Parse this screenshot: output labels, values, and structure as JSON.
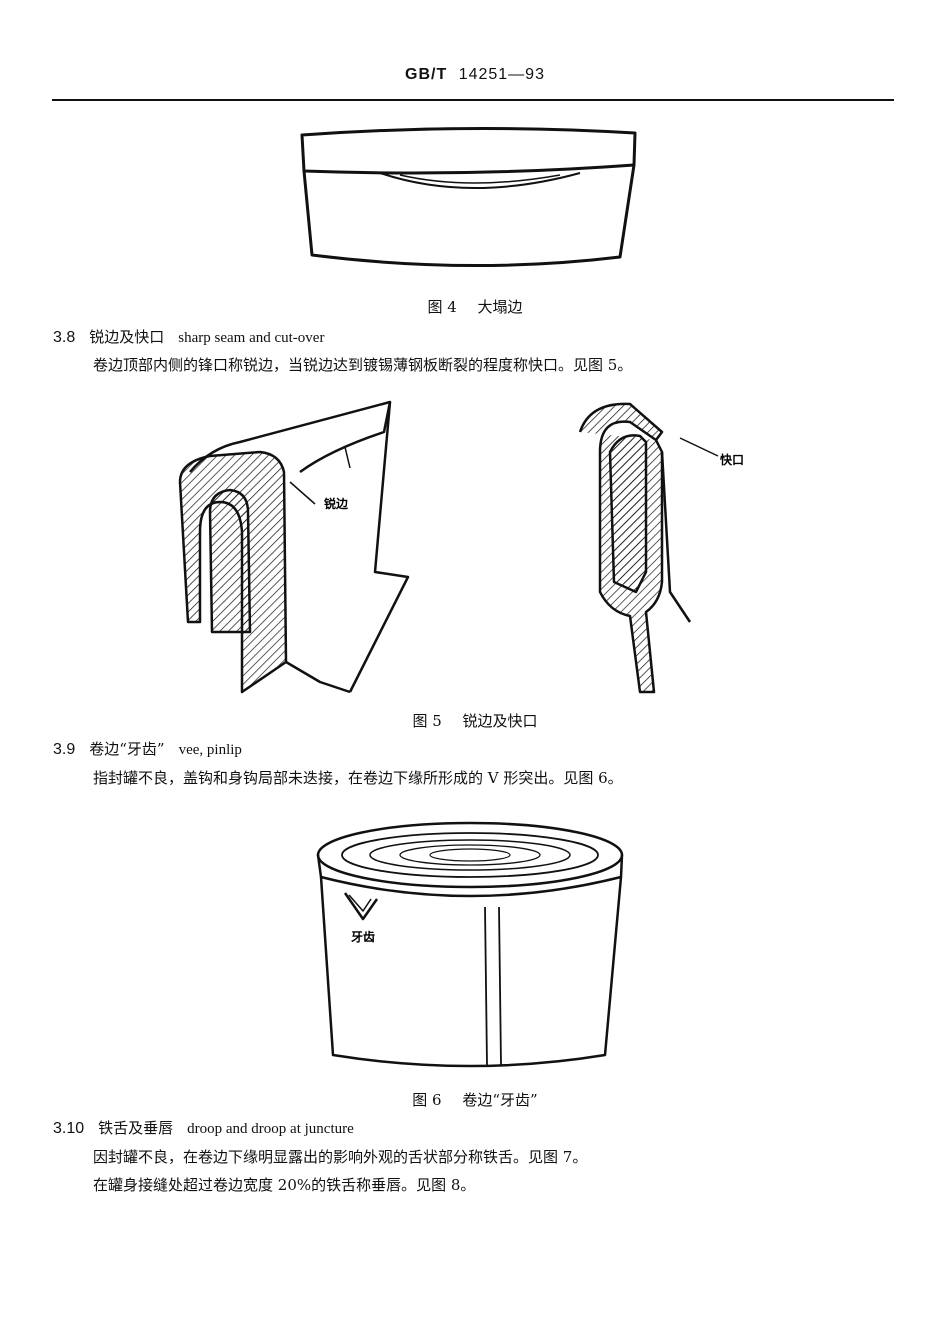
{
  "header": {
    "standard": "GB/T",
    "number": "14251—93"
  },
  "figures": {
    "fig4": {
      "num": "图 4",
      "title": "大塌边"
    },
    "fig5": {
      "num": "图 5",
      "title": "锐边及快口",
      "label_left": "锐边",
      "label_right": "快口"
    },
    "fig6": {
      "num": "图 6",
      "title": "卷边“牙齿”",
      "label": "牙齿"
    }
  },
  "sections": {
    "s38": {
      "num": "3.8",
      "title_zh": "锐边及快口",
      "title_en": "sharp seam and cut-over",
      "text": "卷边顶部内侧的锋口称锐边，当锐边达到镀锡薄钢板断裂的程度称快口。见图 5。"
    },
    "s39": {
      "num": "3.9",
      "title_zh": "卷边“牙齿”",
      "title_en": "vee, pinlip",
      "text": "指封罐不良，盖钩和身钩局部未迭接，在卷边下缘所形成的 V 形突出。见图 6。"
    },
    "s310": {
      "num": "3.10",
      "title_zh": "铁舌及垂唇",
      "title_en": "droop and droop at juncture",
      "text1": "因封罐不良，在卷边下缘明显露出的影响外观的舌状部分称铁舌。见图 7。",
      "text2": "在罐身接缝处超过卷边宽度 20%的铁舌称垂唇。见图 8。"
    }
  }
}
